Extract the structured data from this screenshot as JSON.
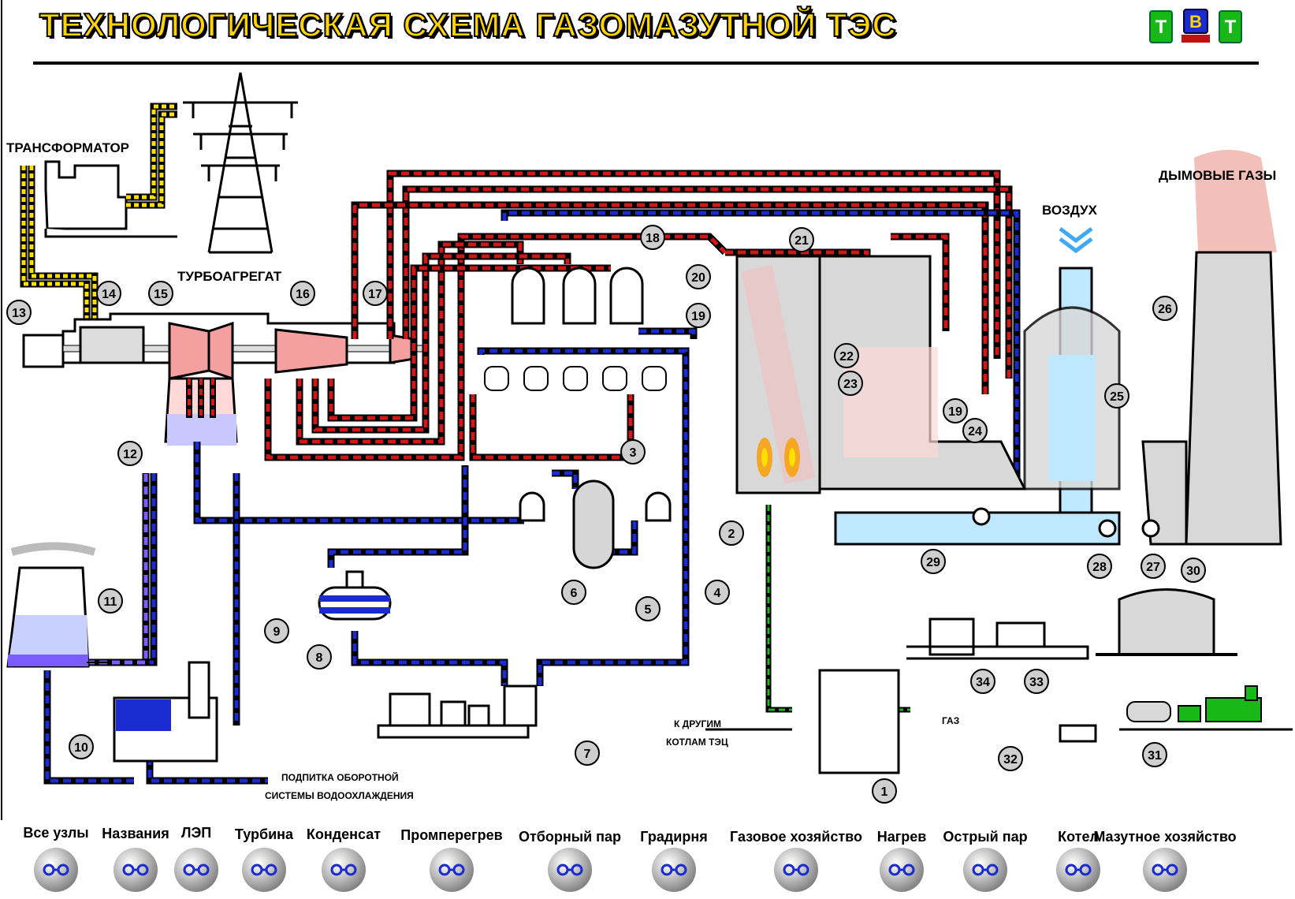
{
  "title": "ТЕХНОЛОГИЧЕСКАЯ СХЕМА ГАЗОМАЗУТНОЙ ТЭС",
  "logo": {
    "letters": [
      "Т",
      "В",
      "Т"
    ]
  },
  "labels": {
    "transformer": "ТРАНСФОРМАТОР",
    "turbine_unit": "ТУРБОАГРЕГАТ",
    "air": "ВОЗДУХ",
    "flue_gases": "ДЫМОВЫЕ ГАЗЫ",
    "other_boilers_1": "К ДРУГИМ",
    "other_boilers_2": "КОТЛАМ ТЭЦ",
    "gas": "ГАЗ",
    "makeup_1": "ПОДПИТКА ОБОРОТНОЙ",
    "makeup_2": "СИСТЕМЫ ВОДООХЛАЖДЕНИЯ"
  },
  "numbers": [
    "1",
    "2",
    "3",
    "4",
    "5",
    "6",
    "7",
    "8",
    "9",
    "10",
    "11",
    "12",
    "13",
    "14",
    "15",
    "16",
    "17",
    "18",
    "19",
    "19",
    "20",
    "21",
    "22",
    "23",
    "24",
    "25",
    "26",
    "27",
    "28",
    "29",
    "30",
    "31",
    "32",
    "33",
    "34"
  ],
  "buttons": [
    "Все узлы",
    "Названия",
    "ЛЭП",
    "Турбина",
    "Конденсат",
    "Промперегрев",
    "Отборный пар",
    "Градирня",
    "Газовое хозяйство",
    "Нагрев",
    "Острый пар",
    "Котел",
    "Мазутное хозяйство"
  ],
  "colors": {
    "steam": "#d01818",
    "water": "#1a2bd0",
    "gas": "#22b822",
    "cooling": "#7b5cff",
    "power": "#ffe000",
    "flue": "#f0b0a8",
    "air": "#bfe8ff",
    "title": "#ffd400"
  },
  "icons": {
    "button_icon": "glasses-icon"
  }
}
